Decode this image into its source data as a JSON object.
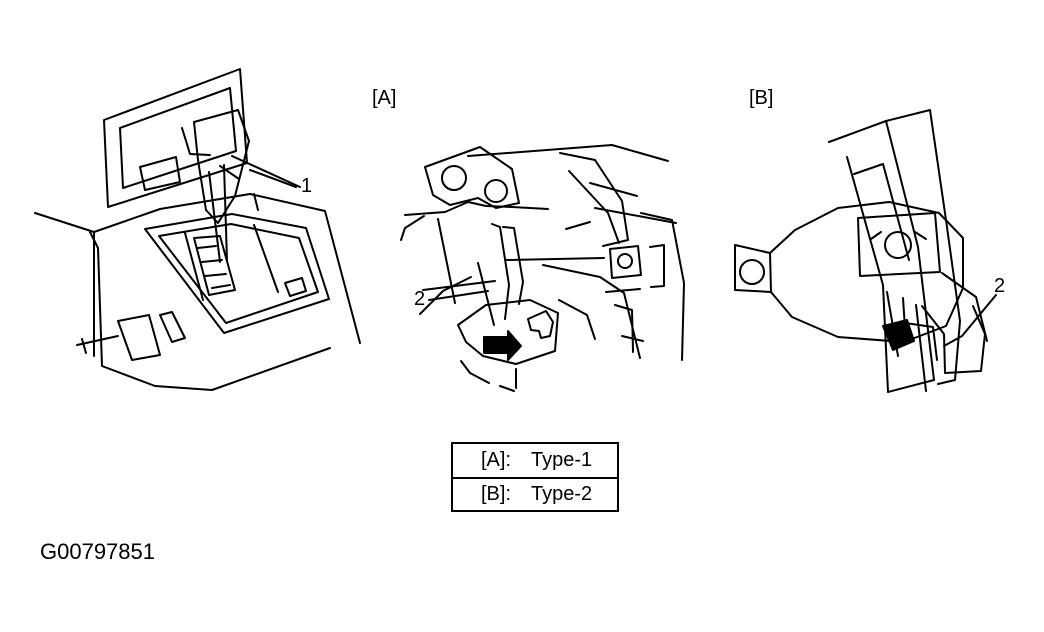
{
  "diagram": {
    "panel_a_label": "[A]",
    "panel_b_label": "[B]",
    "callouts": {
      "shift_knob": "1",
      "panel_a_part": "2",
      "panel_b_part": "2"
    },
    "legend": [
      {
        "key": "[A]:",
        "value": "Type-1"
      },
      {
        "key": "[B]:",
        "value": "Type-2"
      }
    ],
    "figure_id": "G00797851"
  }
}
